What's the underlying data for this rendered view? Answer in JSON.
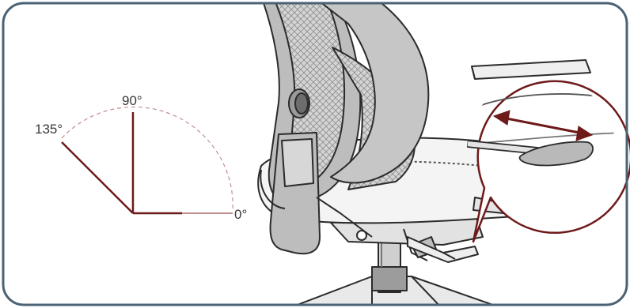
{
  "angle_labels": {
    "deg_135": "135°",
    "deg_90": "90°",
    "deg_0": "0°"
  },
  "colors": {
    "frame": "#4a6274",
    "accent": "#6e1a1a",
    "dashed_arc": "#c09090",
    "line_art": "#2b2b2b",
    "mesh_fill": "#d0d0d0",
    "shell_fill": "#bdbdbd"
  },
  "icons": [
    "tilt-angle-diagram",
    "office-chair-illustration",
    "lever-detail-callout",
    "double-arrow-icon"
  ]
}
